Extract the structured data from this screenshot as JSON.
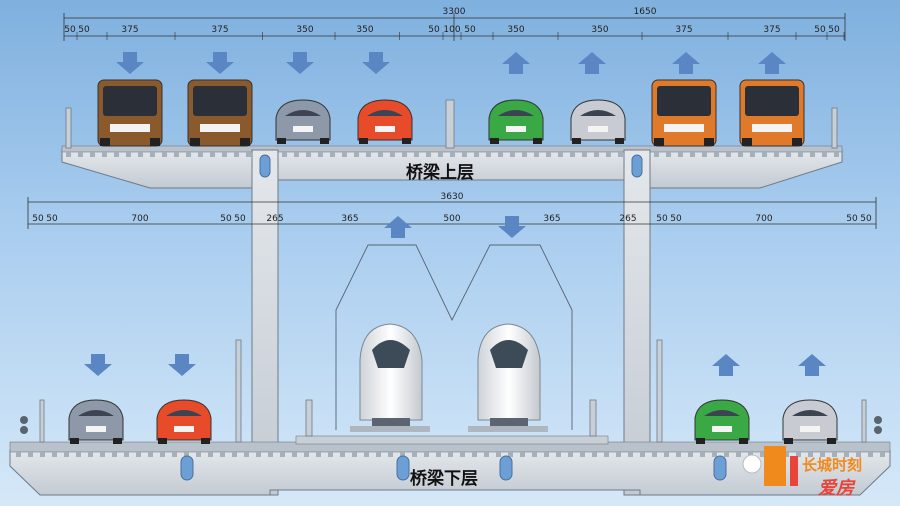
{
  "labels": {
    "upper_deck": "桥梁上层",
    "lower_deck": "桥梁下层"
  },
  "upper_dimensions": {
    "left_total": "3300",
    "right_total": "1650",
    "segments": [
      "50",
      "50",
      "375",
      "375",
      "350",
      "350",
      "50",
      "100",
      "50",
      "350",
      "350",
      "375",
      "375",
      "50",
      "50"
    ]
  },
  "lower_dimensions": {
    "total": "3630",
    "segments": [
      "50",
      "50",
      "700",
      "50",
      "50",
      "265",
      "365",
      "500",
      "365",
      "265",
      "50",
      "50",
      "700",
      "50",
      "50"
    ]
  },
  "watermark": {
    "line1": "长城时刻",
    "line2": "爱房"
  },
  "colors": {
    "sky_top": "#7fb0de",
    "deck": "#d2d8de",
    "arrow": "#5b86c4",
    "bus": "#e07a2a",
    "car_red": "#e74b2a",
    "car_green": "#3aa845",
    "car_silver": "#c8ccd2",
    "car_blue_grey": "#8d98a8",
    "watermark_orange": "#f08a1c",
    "watermark_red": "#e8443a"
  },
  "icons": {
    "down_arrow": "down-arrow-icon",
    "up_arrow": "up-arrow-icon"
  }
}
